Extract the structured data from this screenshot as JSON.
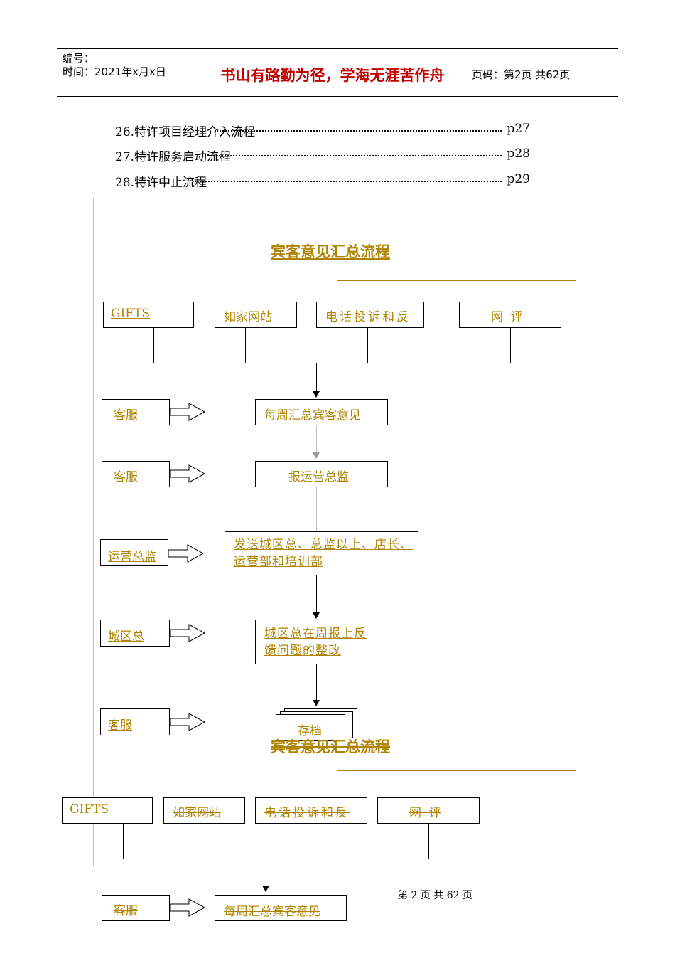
{
  "header": {
    "number_label": "编号：",
    "time_label": "时间：2021年x月x日",
    "motto": "书山有路勤为径，学海无涯苦作舟",
    "page_label": "页码：第2页  共62页"
  },
  "toc": [
    {
      "title": "26.特许项目经理介入流程",
      "page": "p27"
    },
    {
      "title": "27.特许服务启动流程",
      "page": "p28"
    },
    {
      "title": "28.特许中止流程",
      "page": "p29"
    }
  ],
  "flow": {
    "title": "宾客意见汇总流程",
    "sources": [
      "GIFTS",
      "如家网站",
      "电话投诉和反",
      "网  评"
    ],
    "steps": [
      {
        "role": "客服",
        "action": "每周汇总宾客意见"
      },
      {
        "role": "客服",
        "action": "报运营总监"
      },
      {
        "role": "运营总监",
        "action": "发送城区总、总监以上、店长、运营部和培训部"
      },
      {
        "role": "城区总",
        "action": "城区总在周报上反馈问题的整改"
      },
      {
        "role": "客服",
        "action": "存档"
      }
    ]
  },
  "flow_repeat": {
    "title": "宾客意见汇总流程",
    "sources": [
      "GIFTS",
      "如家网站",
      "电话投诉和反",
      "网  评"
    ],
    "role": "客服",
    "action": "每周汇总宾客意见"
  },
  "footer": "第 2 页 共 62 页",
  "colors": {
    "accent": "#b08400",
    "motto": "#c00000"
  }
}
